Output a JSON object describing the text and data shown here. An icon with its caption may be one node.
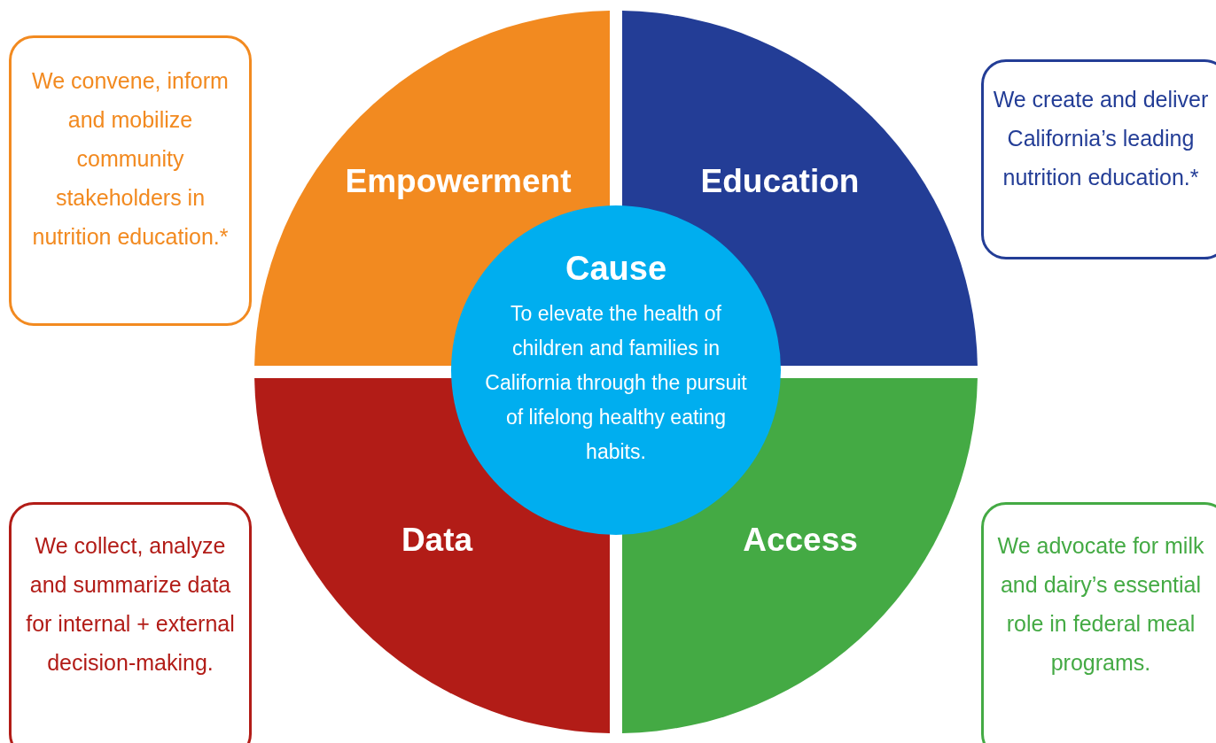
{
  "diagram": {
    "nodes": [
      {
        "text": [
          "Empowerment"
        ]
      },
      {
        "text": [
          "Education"
        ]
      },
      {
        "text": [
          "Data"
        ]
      },
      {
        "text": [
          "Access"
        ]
      },
      {
        "text": [
          "Cause",
          "To elevate the health of children and families in California through the pursuit of lifelong healthy eating habits."
        ]
      },
      {
        "text": [
          "We convene, inform and mobilize community stakeholders in nutrition education.*"
        ]
      },
      {
        "text": [
          "We create and deliver California’s leading nutrition education.*"
        ]
      },
      {
        "text": [
          "We collect, analyze and summarize data for internal + external decision-making."
        ]
      },
      {
        "text": [
          "We advocate for milk and dairy’s essential role in federal meal programs."
        ]
      }
    ]
  }
}
